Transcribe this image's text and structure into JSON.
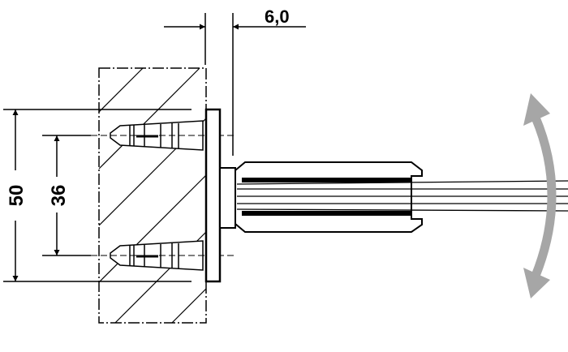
{
  "dimensions": {
    "offset": "6,0",
    "outer_height": "50",
    "hole_spacing": "36"
  },
  "colors": {
    "line": "#000000",
    "rotation_arrow": "#a6a6a6"
  }
}
